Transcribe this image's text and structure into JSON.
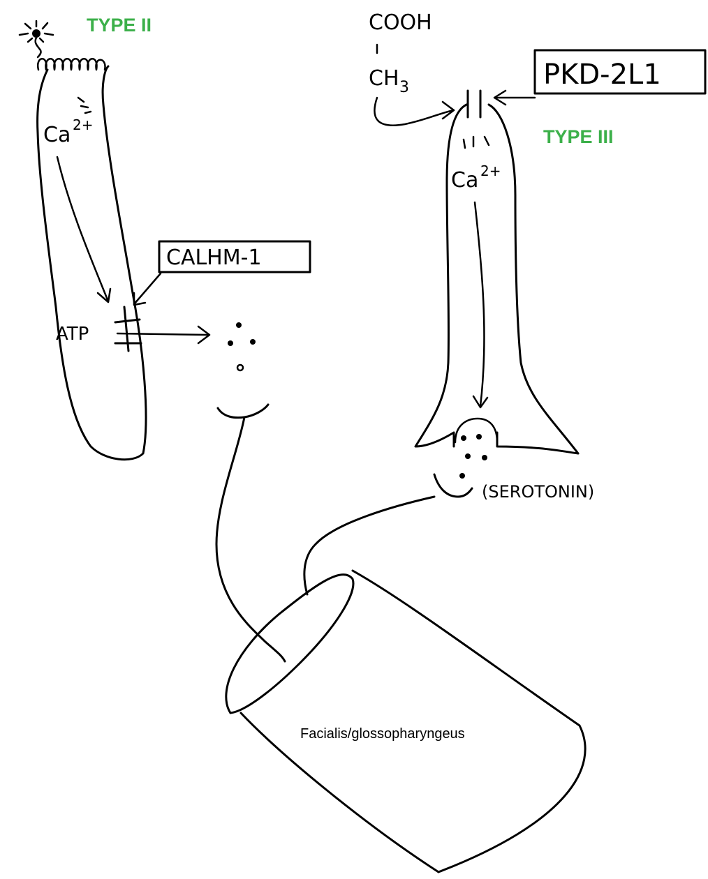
{
  "labels": {
    "type_ii": "TYPE II",
    "type_iii": "TYPE III",
    "cooh": "COOH",
    "ch3_base": "CH",
    "ch3_sub": "3",
    "pkd": "PKD-2L1",
    "calhm": "CALHM-1",
    "atp": "ATP",
    "ca_left_base": "Ca",
    "ca_left_sup": "2+",
    "ca_right_base": "Ca",
    "ca_right_sup": "2+",
    "serotonin": "(SEROTONIN)",
    "nerve": "Facialis/glossopharyngeus"
  },
  "colors": {
    "type_label": "#3cb04a",
    "ink": "#000000"
  }
}
